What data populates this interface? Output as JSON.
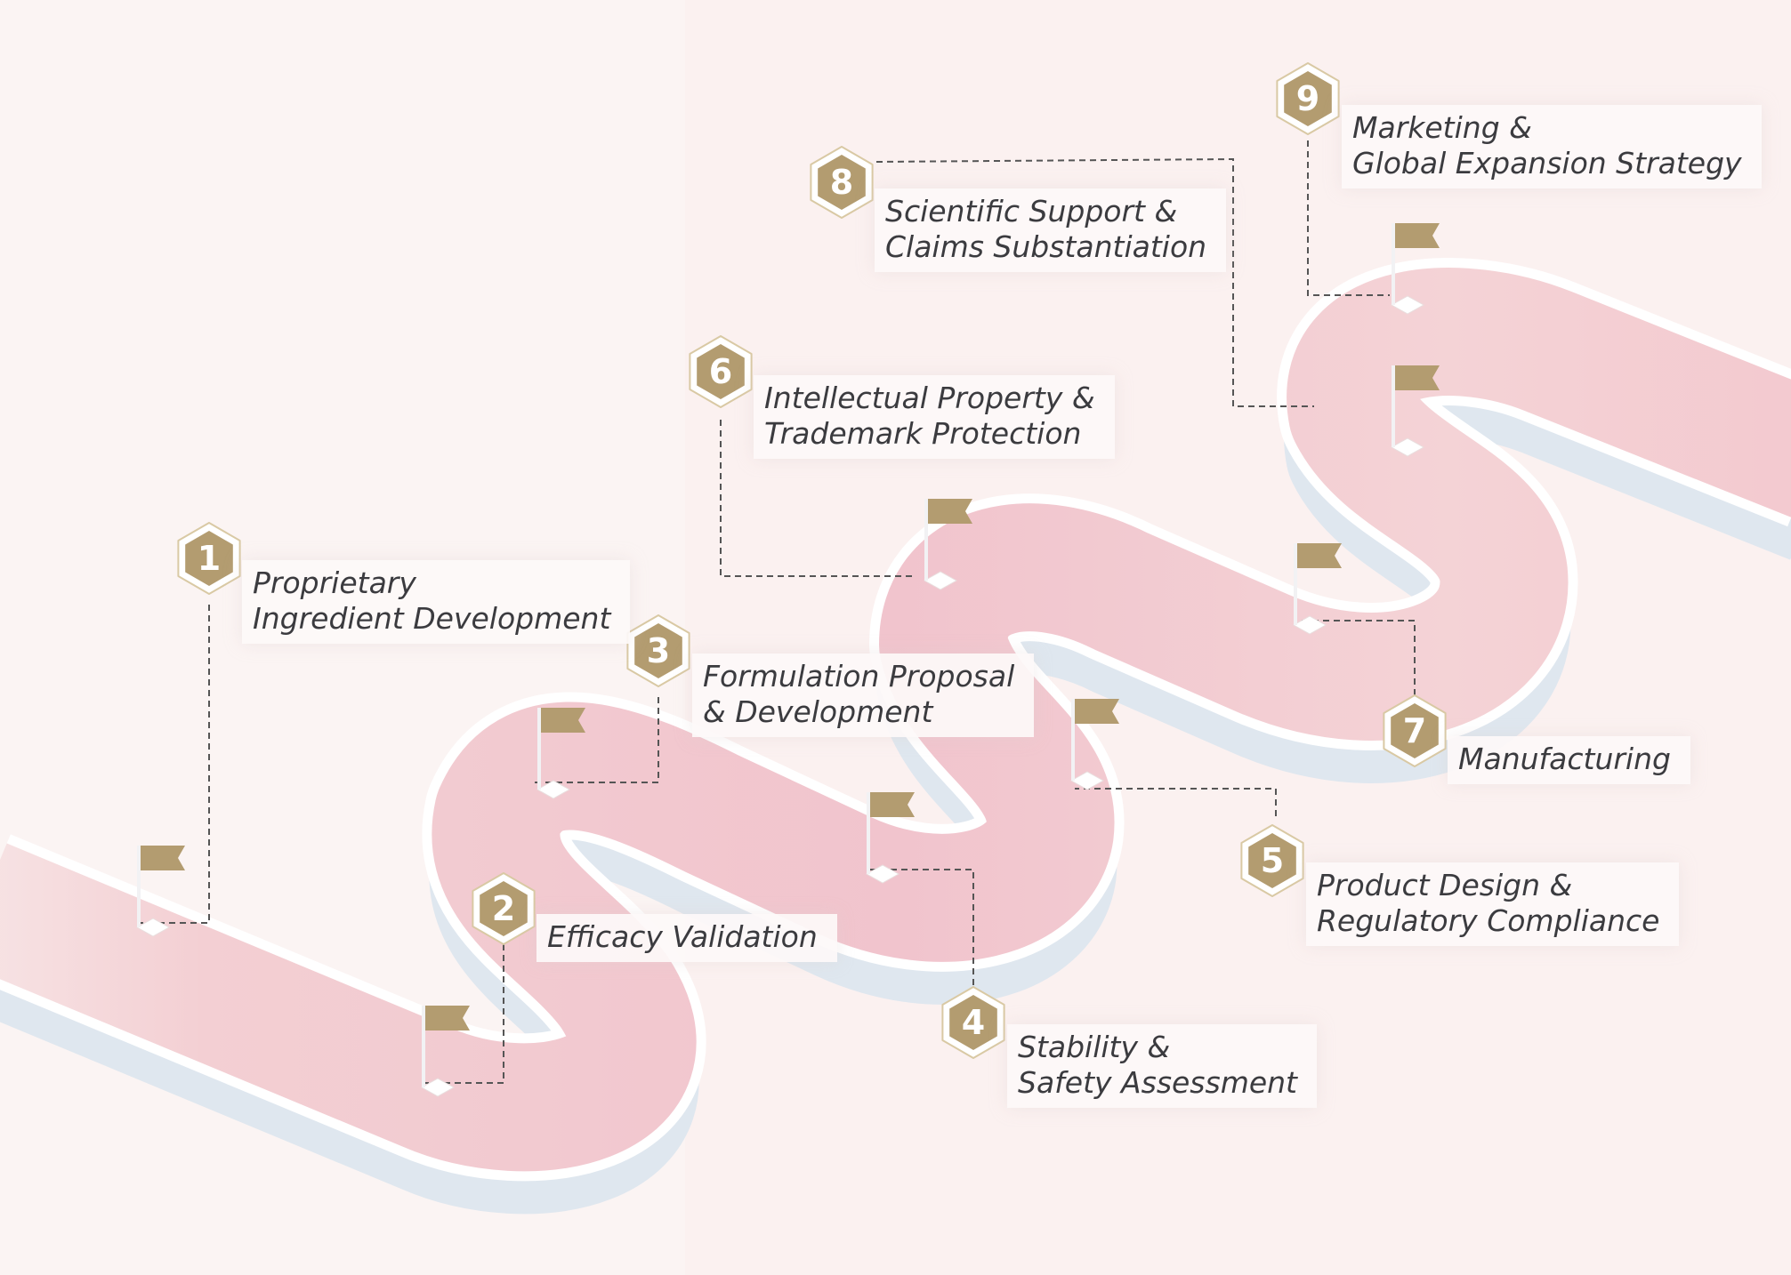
{
  "steps": [
    {
      "number": "1",
      "lines": [
        "Proprietary",
        "Ingredient Development"
      ]
    },
    {
      "number": "2",
      "lines": [
        "Efficacy Validation"
      ]
    },
    {
      "number": "3",
      "lines": [
        "Formulation Proposal",
        "& Development"
      ]
    },
    {
      "number": "4",
      "lines": [
        "Stability &",
        "Safety Assessment"
      ]
    },
    {
      "number": "5",
      "lines": [
        "Product Design &",
        "Regulatory Compliance"
      ]
    },
    {
      "number": "6",
      "lines": [
        "Intellectual Property &",
        "Trademark Protection"
      ]
    },
    {
      "number": "7",
      "lines": [
        "Manufacturing"
      ]
    },
    {
      "number": "8",
      "lines": [
        "Scientific Support &",
        "Claims Substantiation"
      ]
    },
    {
      "number": "9",
      "lines": [
        "Marketing &",
        "Global Expansion Strategy"
      ]
    }
  ],
  "colors": {
    "road": "#f2c9d0",
    "road_edge": "#ffffff",
    "road_shadow": "#dde6ee",
    "gold": "#b39c70",
    "gold_light": "#d9c9a4",
    "connector": "#555555"
  }
}
